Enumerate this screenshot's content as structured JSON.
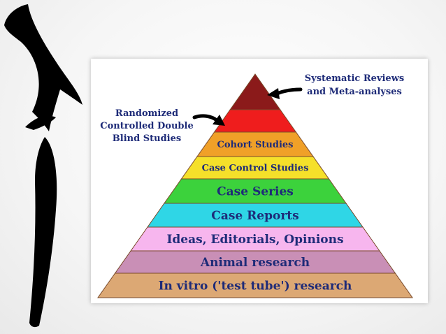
{
  "pyramid": {
    "levels": [
      {
        "label": "",
        "color": "#8b1a1a"
      },
      {
        "label": "",
        "color": "#ef1d1d"
      },
      {
        "label": "Cohort Studies",
        "color": "#f0a028"
      },
      {
        "label": "Case Control Studies",
        "color": "#f5e02a"
      },
      {
        "label": "Case Series",
        "color": "#3cd23c"
      },
      {
        "label": "Case Reports",
        "color": "#2fd6e6"
      },
      {
        "label": "Ideas, Editorials, Opinions",
        "color": "#f7b6ee"
      },
      {
        "label": "Animal research",
        "color": "#c98fb6"
      },
      {
        "label": "In vitro ('test tube') research",
        "color": "#dca874"
      }
    ],
    "callouts": {
      "top_right": [
        "Systematic Reviews",
        "and Meta-analyses"
      ],
      "left": [
        "Randomized",
        "Controlled Double",
        "Blind Studies"
      ]
    },
    "text_color": "#1e2b78"
  }
}
